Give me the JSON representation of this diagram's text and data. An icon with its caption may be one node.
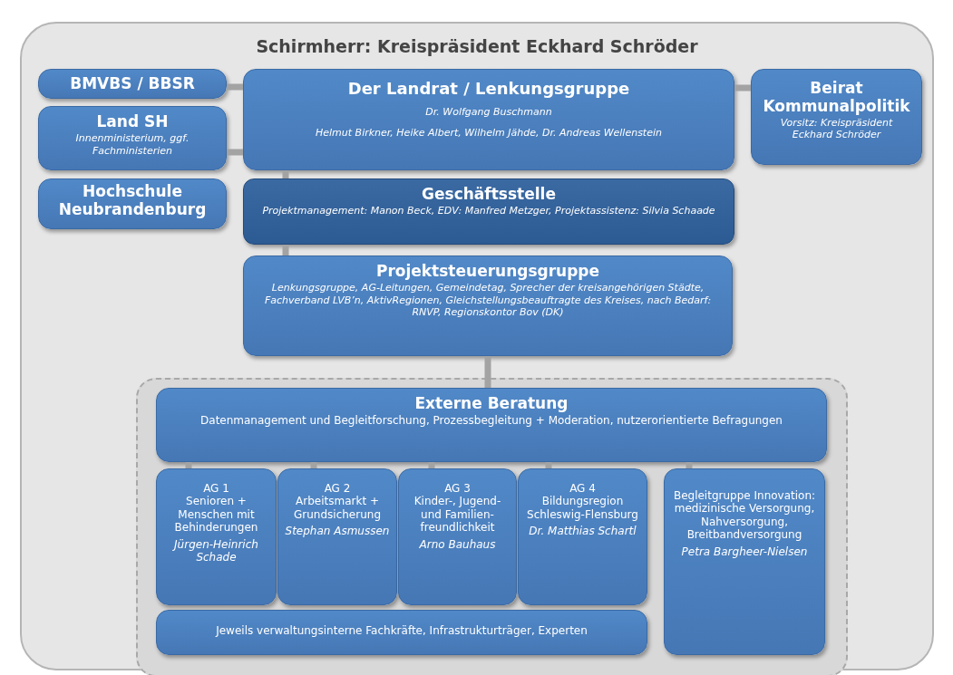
{
  "diagram": {
    "nodes": [
      {
        "text": [
          "Schirmherr: Kreispräsident Eckhard Schröder"
        ]
      },
      {
        "text": [
          "BMVBS / BBSR"
        ],
        "in": 0
      },
      {
        "text": [
          "Land SH",
          "Innenministerium, ggf. Fachministerien"
        ],
        "in": 0
      },
      {
        "text": [
          "Hochschule Neubrandenburg"
        ],
        "in": 0
      },
      {
        "text": [
          "Der Landrat / Lenkungsgruppe",
          "Dr. Wolfgang Buschmann",
          "Helmut Birkner, Heike Albert, Wilhelm Jähde, Dr. Andreas Wellenstein"
        ],
        "in": 0
      },
      {
        "text": [
          "Beirat Kommunalpolitik",
          "Vorsitz: Kreispräsident Eckhard Schröder"
        ],
        "in": 0
      },
      {
        "text": [
          "Geschäftsstelle",
          "Projektmanagement: Manon Beck, EDV: Manfred Metzger, Projektassistenz: Silvia Schaade"
        ],
        "in": 0
      },
      {
        "text": [
          "Projektsteuerungsgruppe",
          "Lenkungsgruppe, AG-Leitungen, Gemeindetag, Sprecher der kreisangehörigen Städte, Fachverband LVB’n, AktivRegionen, Gleichstellungsbeauftragte des Kreises, nach Bedarf: RNVP, Regionskontor Bov (DK)"
        ],
        "in": 0
      },
      {
        "text": [],
        "shape": "box",
        "in": 0
      },
      {
        "text": [
          "Externe Beratung",
          "Datenmanagement und Begleitforschung, Prozessbegleitung + Moderation, nutzerorientierte Befragungen"
        ],
        "in": 8
      },
      {
        "text": [
          "AG 1",
          "Senioren + Menschen mit Behinderungen",
          "Jürgen-Heinrich Schade"
        ],
        "in": 8
      },
      {
        "text": [
          "AG 2",
          "Arbeitsmarkt + Grundsicherung",
          "Stephan Asmussen"
        ],
        "in": 8
      },
      {
        "text": [
          "AG 3",
          "Kinder-, Jugend- und Familien-freundlichkeit",
          "Arno Bauhaus"
        ],
        "in": 8
      },
      {
        "text": [
          "AG 4",
          "Bildungsregion Schleswig-Flensburg",
          "Dr. Matthias Schartl"
        ],
        "in": 8
      },
      {
        "text": [
          "Begleitgruppe Innovation: medizinische Versorgung, Nahversorgung, Breitbandversorgung",
          "Petra Bargheer-Nielsen"
        ],
        "in": 8
      },
      {
        "text": [
          "Jeweils verwaltungsinterne Fachkräfte, Infrastrukturträger, Experten"
        ],
        "in": 8
      }
    ],
    "edges": [
      {
        "from": 1,
        "to": 4,
        "arrow": "none"
      },
      {
        "from": 2,
        "to": 4,
        "arrow": "none"
      },
      {
        "from": 4,
        "to": 5,
        "arrow": "none"
      },
      {
        "from": 4,
        "to": 6,
        "arrow": "none"
      },
      {
        "from": 6,
        "to": 7,
        "arrow": "none"
      },
      {
        "from": 7,
        "to": 9,
        "arrow": "none"
      },
      {
        "from": 9,
        "to": 10,
        "arrow": "none"
      },
      {
        "from": 9,
        "to": 11,
        "arrow": "none"
      },
      {
        "from": 9,
        "to": 12,
        "arrow": "none"
      },
      {
        "from": 9,
        "to": 13,
        "arrow": "none"
      },
      {
        "from": 9,
        "to": 14,
        "arrow": "none"
      }
    ]
  }
}
